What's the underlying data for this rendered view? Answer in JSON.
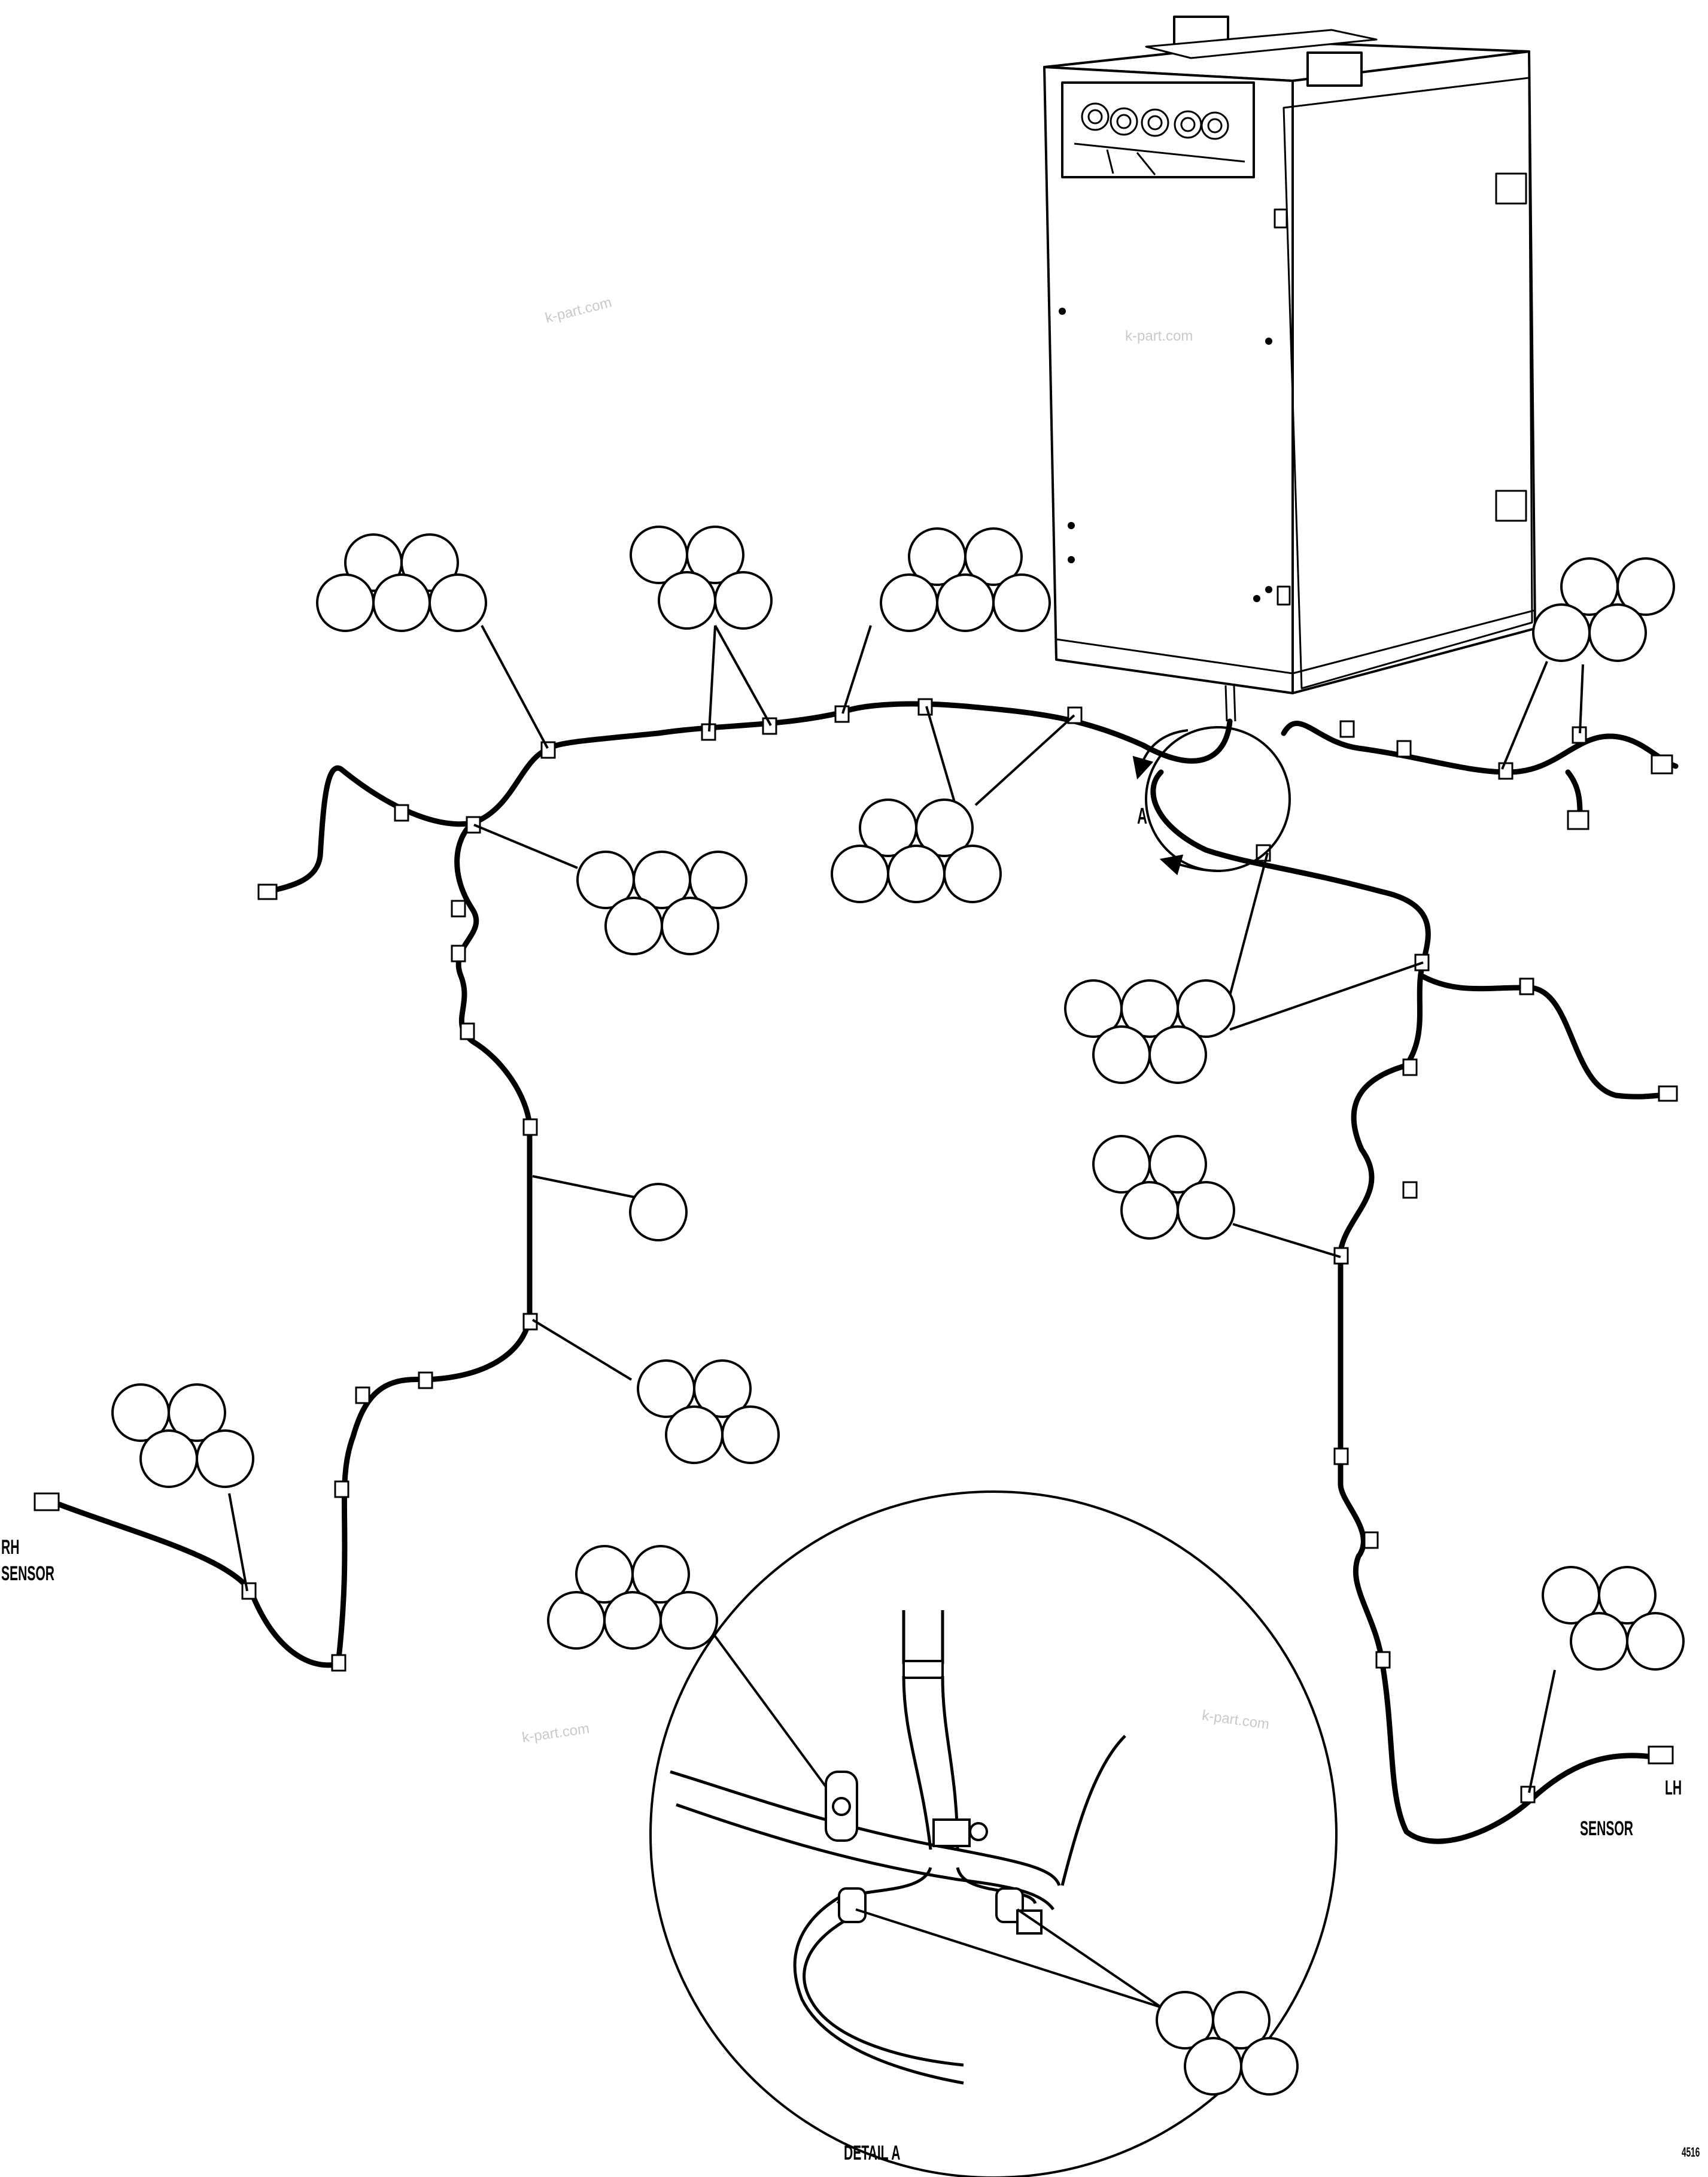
{
  "labels": {
    "rh_line1": "RH",
    "rh_line2": "SENSOR",
    "lh_line1": "LH",
    "lh_line2": "SENSOR",
    "detail_title": "DETAIL A",
    "detail_ref": "A",
    "figure_number": "4516"
  },
  "watermark": "k-part.com"
}
